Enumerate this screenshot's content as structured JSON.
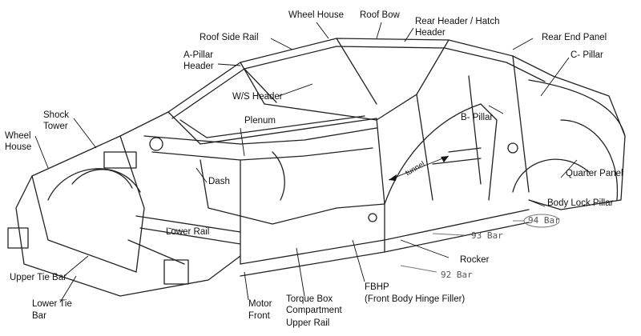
{
  "labels": {
    "wheel_house_top": "Wheel House",
    "roof_bow": "Roof Bow",
    "rear_header_line1": "Rear Header / Hatch",
    "rear_header_line2": "Header",
    "roof_side_rail": "Roof Side Rail",
    "rear_end_panel": "Rear End Panel",
    "a_pillar_line1": "A-Pillar",
    "a_pillar_line2": "Header",
    "c_pillar": "C- Pillar",
    "ws_header": "W/S Header",
    "shock_tower_line1": "Shock",
    "shock_tower_line2": "Tower",
    "plenum": "Plenum",
    "b_pillar": "B- Pillar",
    "wheel_house_left_line1": "Wheel",
    "wheel_house_left_line2": "House",
    "tunnel": "tunnel",
    "dash": "Dash",
    "quarter_panel": "Quarter Panel",
    "body_lock_pillar": "Body Lock Pillar",
    "lower_rail": "Lower Rail",
    "upper_tie_bar": "Upper Tie Bar",
    "rocker": "Rocker",
    "lower_tie_line1": "Lower Tie",
    "lower_tie_line2": "Bar",
    "motor_line1": "Motor",
    "motor_line2": "Front",
    "torque_box_line1": "Torque Box",
    "torque_box_line2": "Compartment",
    "torque_box_line3": "Upper Rail",
    "fbhp_line1": "FBHP",
    "fbhp_line2": "(Front Body Hinge Filler)"
  },
  "bars": {
    "bar_94": "94 Bar",
    "bar_93": "93 Bar",
    "bar_92": "92 Bar"
  }
}
